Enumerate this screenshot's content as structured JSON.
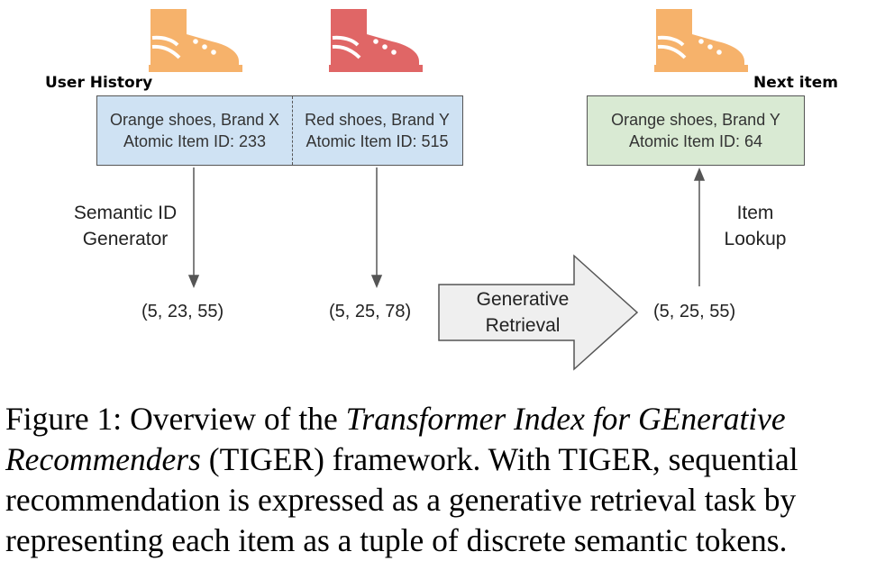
{
  "colors": {
    "orange_shoe": "#f6b26b",
    "red_shoe": "#e06666",
    "history_box_fill": "#cfe2f3",
    "next_box_fill": "#d9ead3",
    "arrow_fill": "#efefef"
  },
  "icons": [
    "orange-shoe-icon",
    "red-shoe-icon",
    "orange-shoe-icon"
  ],
  "labels": {
    "user_history": "User History",
    "next_item": "Next item"
  },
  "history_items": [
    {
      "name": "Orange shoes, Brand X",
      "atomic_id": "Atomic Item ID: 233"
    },
    {
      "name": "Red shoes, Brand Y",
      "atomic_id": "Atomic Item ID: 515"
    }
  ],
  "next_item": {
    "name": "Orange shoes, Brand Y",
    "atomic_id": "Atomic Item ID: 64"
  },
  "steps": {
    "semantic_id_generator": [
      "Semantic ID",
      "Generator"
    ],
    "item_lookup": [
      "Item",
      "Lookup"
    ],
    "generative_retrieval": [
      "Generative",
      "Retrieval"
    ]
  },
  "tuples": [
    "(5, 23, 55)",
    "(5, 25, 78)",
    "(5, 25, 55)"
  ],
  "caption": {
    "label": "Figure 1:",
    "text_before": " Overview of the ",
    "italic_name_line1": "Transformer Index for GEnerative",
    "italic_name_line2": "Recommenders",
    "text_after_line2": " (TIGER) framework. With TIGER, sequential",
    "line3": "recommendation is expressed as a generative retrieval task by",
    "line4": "representing each item as a tuple of discrete semantic tokens."
  }
}
